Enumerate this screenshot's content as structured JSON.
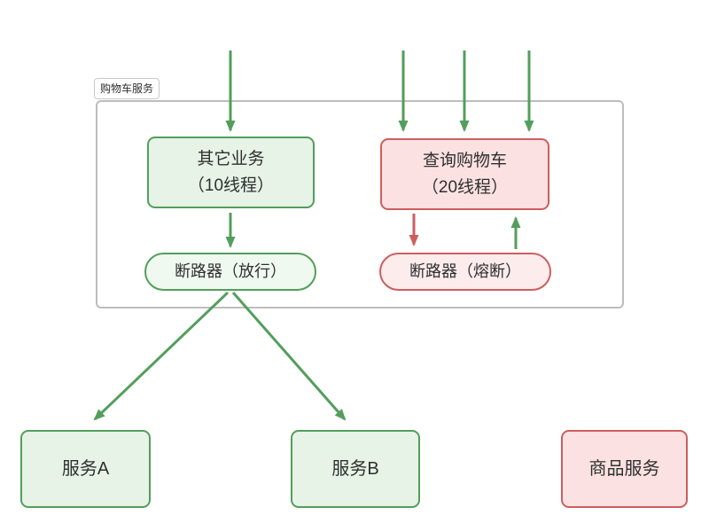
{
  "colors": {
    "canvas-bg": "#ffffff",
    "green-border": "#539e5c",
    "green-fill": "#e6f3e6",
    "green-fill-light": "#f0f9f0",
    "red-border": "#cc5f5e",
    "red-fill": "#fbe1e1",
    "red-fill-light": "#fdecec",
    "frame-border": "#bdbdbd",
    "label-border": "#c9c9c9",
    "label-bg": "#ffffff",
    "text": "#2f2f2f"
  },
  "group": {
    "label": "购物车服务"
  },
  "nodes": {
    "other_business": {
      "line1": "其它业务",
      "line2": "（10线程）"
    },
    "query_cart": {
      "line1": "查询购物车",
      "line2": "（20线程）"
    },
    "breaker_pass": {
      "label": "断路器（放行）"
    },
    "breaker_fuse": {
      "label": "断路器（熔断）"
    },
    "service_a": {
      "label": "服务A"
    },
    "service_b": {
      "label": "服务B"
    },
    "product_service": {
      "label": "商品服务"
    }
  }
}
